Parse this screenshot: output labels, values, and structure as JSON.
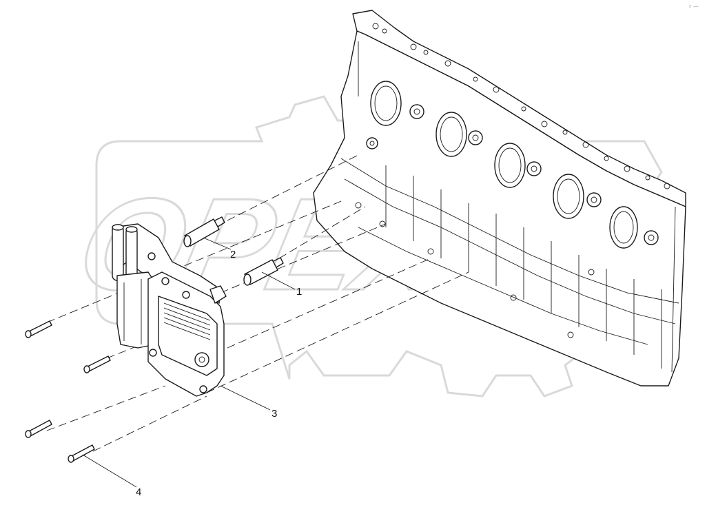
{
  "diagram": {
    "callouts": [
      {
        "id": "1",
        "label": "1"
      },
      {
        "id": "2",
        "label": "2"
      },
      {
        "id": "3",
        "label": "3"
      },
      {
        "id": "4",
        "label": "4"
      }
    ],
    "watermark": "OPEX",
    "corner_mark": "r —",
    "colors": {
      "line": "#1a1a1a",
      "watermark": "#d9d9d9",
      "background": "#ffffff"
    }
  }
}
